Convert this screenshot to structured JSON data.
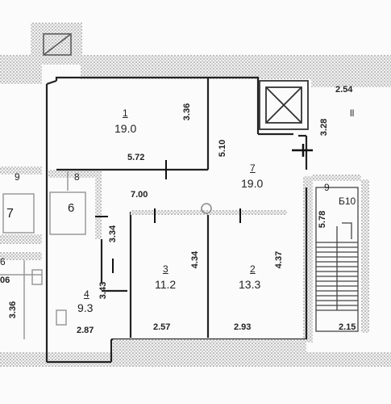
{
  "rooms": [
    {
      "id": "r1",
      "number": "1",
      "area": "19.0"
    },
    {
      "id": "r7",
      "number": "7",
      "area": "19.0"
    },
    {
      "id": "r3",
      "number": "3",
      "area": "11.2"
    },
    {
      "id": "r2",
      "number": "2",
      "area": "13.3"
    },
    {
      "id": "r4",
      "number": "4",
      "area": "9.3"
    }
  ],
  "neighbor_labels": {
    "n9": "9",
    "n8": "8",
    "n7": "7",
    "n6": "6",
    "stair_ll": "ll",
    "stair_b10": "Б10",
    "stair_q": "9",
    "edge_6": "6",
    "edge_06": "06"
  },
  "dimensions": {
    "d_254": "2.54",
    "d_328": "3.28",
    "d_336_top": "3.36",
    "d_572": "5.72",
    "d_510": "5.10",
    "d_700": "7.00",
    "d_334": "3.34",
    "d_434": "4.34",
    "d_437": "4.37",
    "d_578": "5.78",
    "d_343": "3.43",
    "d_336_left": "3.36",
    "d_287": "2.87",
    "d_257": "2.57",
    "d_293": "2.93",
    "d_215": "2.15"
  }
}
